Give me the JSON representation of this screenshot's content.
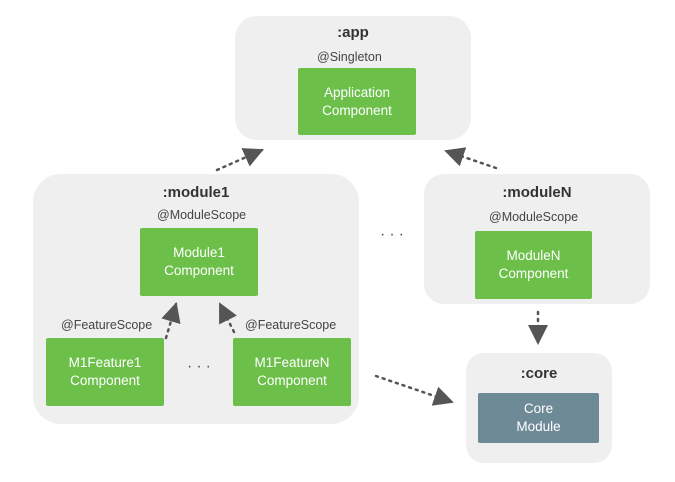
{
  "app": {
    "title": ":app",
    "scope": "@Singleton",
    "component": {
      "line1": "Application",
      "line2": "Component"
    }
  },
  "module1": {
    "title": ":module1",
    "scope": "@ModuleScope",
    "component": {
      "line1": "Module1",
      "line2": "Component"
    },
    "feature_scope_left": "@FeatureScope",
    "feature_scope_right": "@FeatureScope",
    "feature1": {
      "line1": "M1Feature1",
      "line2": "Component"
    },
    "featureN": {
      "line1": "M1FeatureN",
      "line2": "Component"
    },
    "features_ellipsis": "···"
  },
  "moduleN": {
    "title": ":moduleN",
    "scope": "@ModuleScope",
    "component": {
      "line1": "ModuleN",
      "line2": "Component"
    }
  },
  "modules_ellipsis": "···",
  "core": {
    "title": ":core",
    "module": {
      "line1": "Core",
      "line2": "Module"
    }
  },
  "colors": {
    "panel": "#efefef",
    "component": "#6cc04a",
    "core_module": "#6e8a96",
    "arrow": "#555555"
  }
}
